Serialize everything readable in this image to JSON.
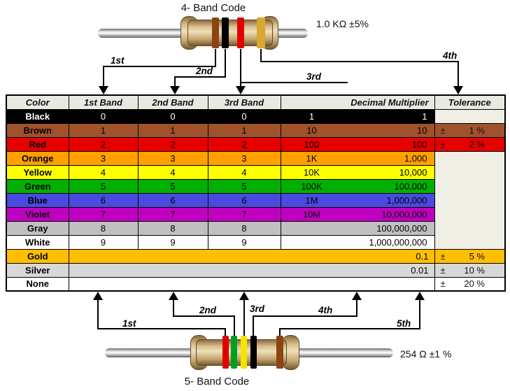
{
  "top_resistor": {
    "title": "4- Band Code",
    "value_label": "1.0 KΩ  ±5%",
    "band_names": [
      "brown",
      "black",
      "red",
      "gold"
    ],
    "band_colors": [
      "#8b4513",
      "#000000",
      "#e00000",
      "#d8a830"
    ],
    "arrow_labels": [
      "1st",
      "2nd",
      "3rd",
      "4th"
    ]
  },
  "bottom_resistor": {
    "title": "5- Band Code",
    "value_label": "254 Ω  ±1 %",
    "band_names": [
      "red",
      "green",
      "yellow",
      "black",
      "brown"
    ],
    "band_colors": [
      "#e00000",
      "#00a020",
      "#f5e400",
      "#000000",
      "#8b4513"
    ],
    "arrow_labels": [
      "1st",
      "2nd",
      "3rd",
      "4th",
      "5th"
    ]
  },
  "table": {
    "headers": [
      "Color",
      "1st Band",
      "2nd Band",
      "3rd Band",
      "Decimal Multiplier",
      "Tolerance"
    ],
    "header_bg": "#e9e9e1",
    "empty_cell_bg": "#efefe6",
    "rows": [
      {
        "name": "Black",
        "bg": "#000000",
        "fg": "#ffffff",
        "bands": [
          "0",
          "0",
          "0"
        ],
        "mult_short": "1",
        "mult_full": "1",
        "tol_sign": "",
        "tol_value": ""
      },
      {
        "name": "Brown",
        "bg": "#a0522d",
        "bands": [
          "1",
          "1",
          "1"
        ],
        "mult_short": "10",
        "mult_full": "10",
        "tol_sign": "±",
        "tol_value": "1 %"
      },
      {
        "name": "Red",
        "bg": "#e60000",
        "bands": [
          "2",
          "2",
          "2"
        ],
        "mult_short": "100",
        "mult_full": "100",
        "tol_sign": "±",
        "tol_value": "2 %"
      },
      {
        "name": "Orange",
        "bg": "#ffa000",
        "bands": [
          "3",
          "3",
          "3"
        ],
        "mult_short": "1K",
        "mult_full": "1,000",
        "tol_sign": "",
        "tol_value": ""
      },
      {
        "name": "Yellow",
        "bg": "#ffff00",
        "bands": [
          "4",
          "4",
          "4"
        ],
        "mult_short": "10K",
        "mult_full": "10,000",
        "tol_sign": "",
        "tol_value": ""
      },
      {
        "name": "Green",
        "bg": "#00b000",
        "bands": [
          "5",
          "5",
          "5"
        ],
        "mult_short": "100K",
        "mult_full": "100,000",
        "tol_sign": "",
        "tol_value": ""
      },
      {
        "name": "Blue",
        "bg": "#4a4ae0",
        "bands": [
          "6",
          "6",
          "6"
        ],
        "mult_short": "1M",
        "mult_full": "1,000,000",
        "tol_sign": "",
        "tol_value": ""
      },
      {
        "name": "Violet",
        "bg": "#c000c0",
        "bands": [
          "7",
          "7",
          "7"
        ],
        "mult_short": "10M",
        "mult_full": "10,000,000",
        "tol_sign": "",
        "tol_value": ""
      },
      {
        "name": "Gray",
        "bg": "#c0c0c0",
        "bands": [
          "8",
          "8",
          "8"
        ],
        "mult_short": "",
        "mult_full": "100,000,000",
        "tol_sign": "",
        "tol_value": ""
      },
      {
        "name": "White",
        "bg": "#ffffff",
        "bands": [
          "9",
          "9",
          "9"
        ],
        "mult_short": "",
        "mult_full": "1,000,000,000",
        "tol_sign": "",
        "tol_value": ""
      },
      {
        "name": "Gold",
        "bg": "#ffbf00",
        "merged": true,
        "mult_full": "0.1",
        "tol_sign": "±",
        "tol_value": "5 %"
      },
      {
        "name": "Silver",
        "bg": "#d8d8d8",
        "merged": true,
        "mult_full": "0.01",
        "tol_sign": "±",
        "tol_value": "10 %"
      },
      {
        "name": "None",
        "bg": "#ffffff",
        "merged": true,
        "mult_full": "",
        "tol_sign": "±",
        "tol_value": "20 %"
      }
    ]
  }
}
